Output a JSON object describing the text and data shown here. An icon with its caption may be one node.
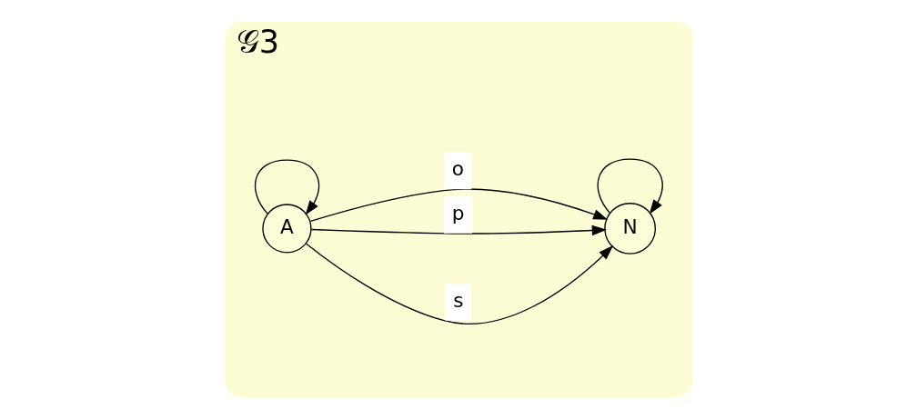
{
  "diagram": {
    "nodes": [
      {
        "text": [
          "𝒢3"
        ]
      },
      {
        "text": [
          "A"
        ],
        "in": 0
      },
      {
        "text": [
          "N"
        ],
        "in": 0
      }
    ],
    "edges": [
      {
        "from": 1,
        "to": 1,
        "arrow": "to"
      },
      {
        "from": 2,
        "to": 2,
        "arrow": "to"
      },
      {
        "from": 1,
        "to": 2,
        "arrow": "to",
        "label": "s"
      },
      {
        "from": 1,
        "to": 2,
        "arrow": "to",
        "label": "p"
      },
      {
        "from": 1,
        "to": 2,
        "arrow": "to",
        "label": "o"
      }
    ]
  }
}
